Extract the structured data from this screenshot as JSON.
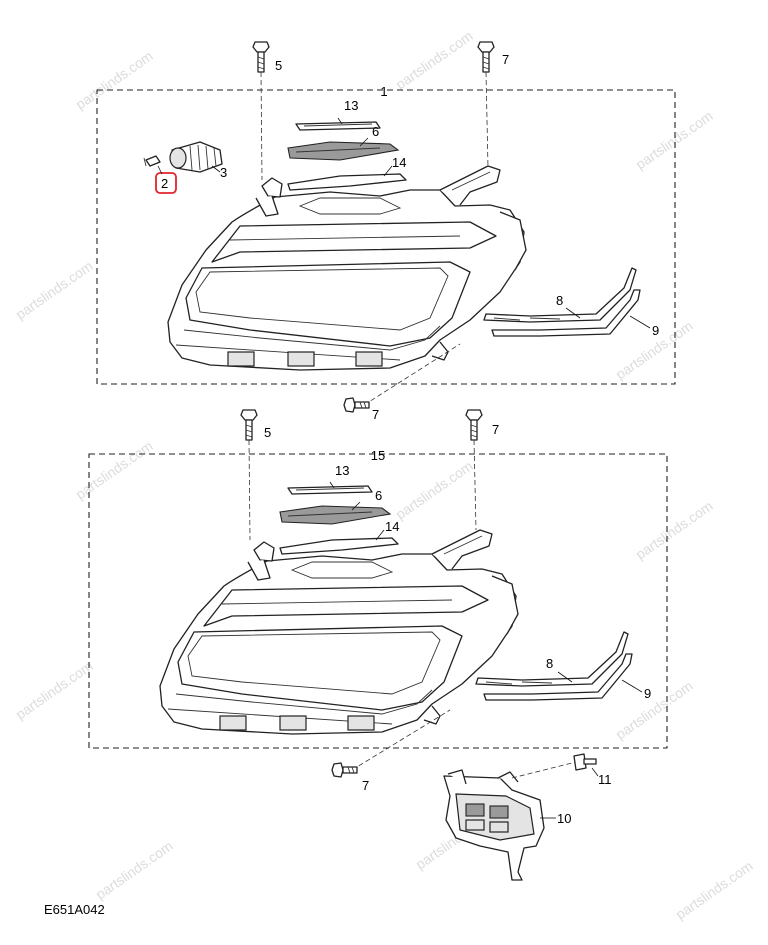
{
  "diagram_code": "E651A042",
  "watermark": "partslinds.com",
  "highlight_color": "#e0242c",
  "callouts": {
    "c1": "1",
    "c2": "2",
    "c3": "3",
    "c5a": "5",
    "c7a": "7",
    "c13a": "13",
    "c6a": "6",
    "c14a": "14",
    "c8a": "8",
    "c9a": "9",
    "c7b": "7",
    "c5b": "5",
    "c7c": "7",
    "c15": "15",
    "c13b": "13",
    "c6b": "6",
    "c14b": "14",
    "c8b": "8",
    "c9b": "9",
    "c7d": "7",
    "c11": "11",
    "c10": "10"
  }
}
